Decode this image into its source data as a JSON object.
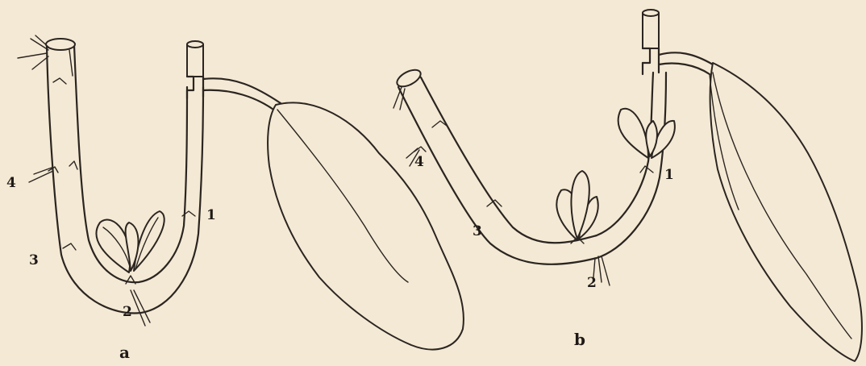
{
  "figure": {
    "panel_a": {
      "caption": "a",
      "labels": [
        "1",
        "2",
        "3",
        "4"
      ]
    },
    "panel_b": {
      "caption": "b",
      "labels": [
        "1",
        "2",
        "3",
        "4"
      ]
    }
  }
}
